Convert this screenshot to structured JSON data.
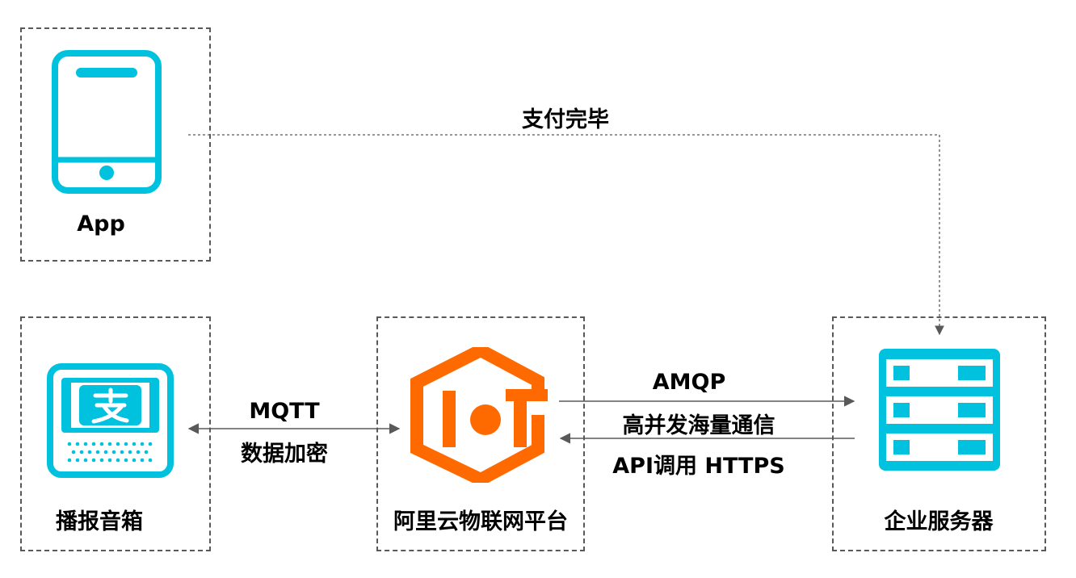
{
  "nodes": {
    "app": {
      "label": "App"
    },
    "speaker": {
      "label": "播报音箱"
    },
    "iot_platform": {
      "label": "阿里云物联网平台"
    },
    "server": {
      "label": "企业服务器"
    }
  },
  "edges": {
    "payment_done": {
      "label": "支付完毕"
    },
    "mqtt": {
      "protocol": "MQTT",
      "note": "数据加密"
    },
    "amqp": {
      "protocol": "AMQP",
      "note": "高并发海量通信"
    },
    "api": {
      "label": "API调用 HTTPS"
    }
  },
  "colors": {
    "cyan": "#00C1DE",
    "orange": "#FF6A00",
    "border": "#595959",
    "arrow": "#595959"
  },
  "icons": {
    "app": "phone-icon",
    "speaker": "alipay-speaker-icon",
    "iot_platform": "iot-hexagon-icon",
    "server": "server-rack-icon"
  }
}
